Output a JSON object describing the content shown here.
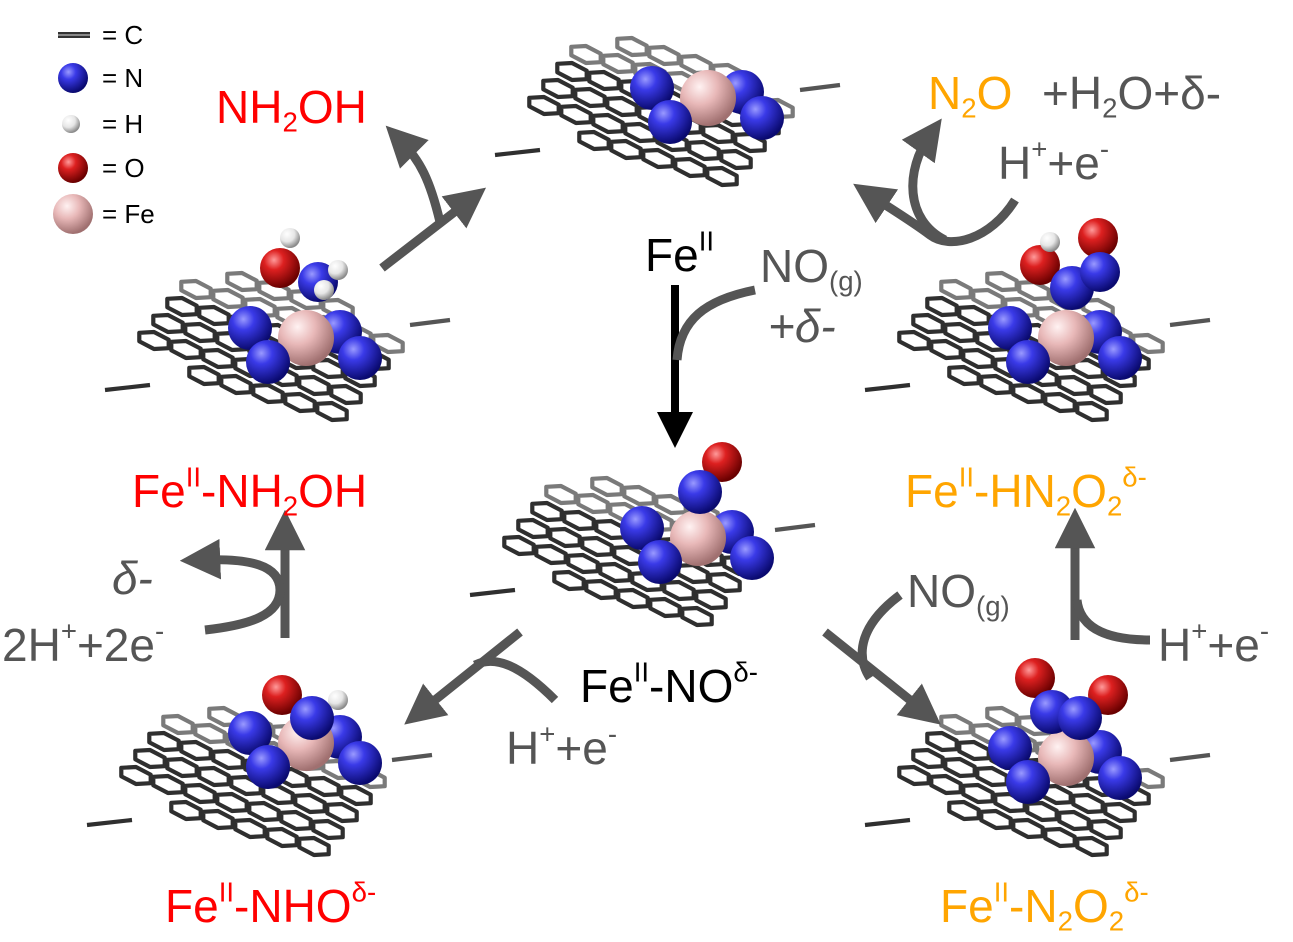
{
  "legend": [
    {
      "key": "carbon",
      "icon": "carbon-bond-icon",
      "text": "= C",
      "color": "#333333"
    },
    {
      "key": "nitrogen",
      "icon": "nitrogen-atom-icon",
      "text": "= N",
      "color": "#2222cc"
    },
    {
      "key": "hydrogen",
      "icon": "hydrogen-atom-icon",
      "text": "= H",
      "color": "#e8e8e8"
    },
    {
      "key": "oxygen",
      "icon": "oxygen-atom-icon",
      "text": "= O",
      "color": "#cc1111"
    },
    {
      "key": "iron",
      "icon": "iron-atom-icon",
      "text": "= Fe",
      "color": "#e8b4b4"
    }
  ],
  "species": {
    "fe_center": {
      "base": "Fe",
      "sup": "II"
    },
    "fe_nh2oh": {
      "base": "Fe",
      "sup": "II",
      "mid": "-NH",
      "sub": "2",
      "tail": "OH"
    },
    "fe_no": {
      "base": "Fe",
      "sup": "II",
      "mid": "-NO",
      "sup2": "δ-"
    },
    "fe_nho": {
      "base": "Fe",
      "sup": "II",
      "mid": "-NHO",
      "sup2": "δ-"
    },
    "fe_n2o2": {
      "base": "Fe",
      "sup": "II",
      "mid": "-N",
      "sub": "2",
      "mid2": "O",
      "sub2": "2",
      "sup2": "δ-"
    },
    "fe_hn2o2": {
      "base": "Fe",
      "sup": "II",
      "mid": "-HN",
      "sub": "2",
      "mid2": "O",
      "sub2": "2",
      "sup2": "δ-"
    }
  },
  "products": {
    "nh2oh": {
      "a": "NH",
      "sub": "2",
      "b": "OH"
    },
    "n2o": {
      "a": "N",
      "sub": "2",
      "b": "O"
    },
    "n2o_coproducts": "+H2O+δ-"
  },
  "reagents": {
    "no_gas_top": {
      "a": "NO",
      "sub": "(g)"
    },
    "delta_top": "+δ-",
    "no_gas_right": {
      "a": "NO",
      "sub": "(g)"
    },
    "proton_electron_top_right": {
      "a": "H",
      "sup": "+",
      "b": "+e",
      "sup2": "-"
    },
    "proton_electron_right": {
      "a": "H",
      "sup": "+",
      "b": "+e",
      "sup2": "-"
    },
    "proton_electron_bottom": {
      "a": "H",
      "sup": "+",
      "b": "+e",
      "sup2": "-"
    },
    "two_proton_electron": {
      "a": "2H",
      "sup": "+",
      "b": "+2e",
      "sup2": "-"
    },
    "delta_left": "δ-"
  },
  "colors": {
    "nh2oh_branch": "#ff0000",
    "n2o_branch": "#ffa500",
    "main": "#000000",
    "reagent": "#555555",
    "arrow": "#555555"
  }
}
